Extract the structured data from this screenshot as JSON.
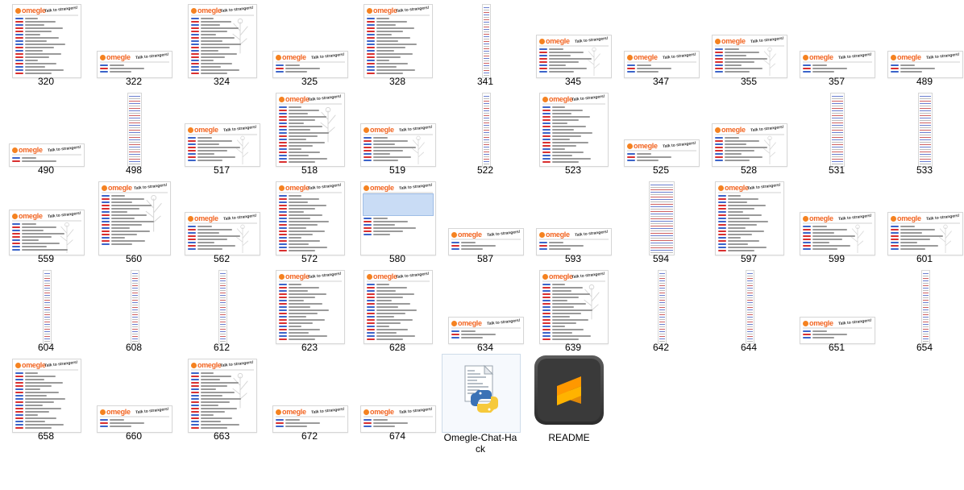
{
  "window": {
    "view": "large-icons"
  },
  "omegle": {
    "brand": "omegle",
    "tagline": "Talk to strangers!"
  },
  "colors": {
    "you": "#3b63c9",
    "stranger": "#d92f2f",
    "brand": "#f26522",
    "selection_banner": "#c9dcf5"
  },
  "rows": [
    {
      "files": [
        {
          "name": "320",
          "kind": "tall"
        },
        {
          "name": "322",
          "kind": "wide"
        },
        {
          "name": "324",
          "kind": "tallplant"
        },
        {
          "name": "325",
          "kind": "wide"
        },
        {
          "name": "328",
          "kind": "tall"
        },
        {
          "name": "341",
          "kind": "strip"
        },
        {
          "name": "345",
          "kind": "widemid"
        },
        {
          "name": "347",
          "kind": "wide"
        },
        {
          "name": "355",
          "kind": "widemid"
        },
        {
          "name": "357",
          "kind": "wide"
        },
        {
          "name": "489",
          "kind": "wide"
        }
      ]
    },
    {
      "files": [
        {
          "name": "490",
          "kind": "widelow"
        },
        {
          "name": "498",
          "kind": "strip2"
        },
        {
          "name": "517",
          "kind": "widemid"
        },
        {
          "name": "518",
          "kind": "tallplant"
        },
        {
          "name": "519",
          "kind": "widemid"
        },
        {
          "name": "522",
          "kind": "strip"
        },
        {
          "name": "523",
          "kind": "tall"
        },
        {
          "name": "525",
          "kind": "wide"
        },
        {
          "name": "528",
          "kind": "widemid"
        },
        {
          "name": "531",
          "kind": "strip2"
        },
        {
          "name": "533",
          "kind": "strip2"
        }
      ]
    },
    {
      "files": [
        {
          "name": "559",
          "kind": "widelow2"
        },
        {
          "name": "560",
          "kind": "tallplant2"
        },
        {
          "name": "562",
          "kind": "widemid"
        },
        {
          "name": "572",
          "kind": "tallbanner"
        },
        {
          "name": "580",
          "kind": "tallbanner2"
        },
        {
          "name": "587",
          "kind": "wide"
        },
        {
          "name": "593",
          "kind": "wide"
        },
        {
          "name": "594",
          "kind": "strip3"
        },
        {
          "name": "597",
          "kind": "tall"
        },
        {
          "name": "599",
          "kind": "widemid"
        },
        {
          "name": "601",
          "kind": "widemid"
        }
      ]
    },
    {
      "files": [
        {
          "name": "604",
          "kind": "strip"
        },
        {
          "name": "608",
          "kind": "strip"
        },
        {
          "name": "612",
          "kind": "strip"
        },
        {
          "name": "623",
          "kind": "tall"
        },
        {
          "name": "628",
          "kind": "tall"
        },
        {
          "name": "634",
          "kind": "wide"
        },
        {
          "name": "639",
          "kind": "tallplant"
        },
        {
          "name": "642",
          "kind": "strip"
        },
        {
          "name": "644",
          "kind": "strip"
        },
        {
          "name": "651",
          "kind": "wide"
        },
        {
          "name": "654",
          "kind": "strip"
        }
      ]
    },
    {
      "files": [
        {
          "name": "658",
          "kind": "tall"
        },
        {
          "name": "660",
          "kind": "wide"
        },
        {
          "name": "663",
          "kind": "tallplant"
        },
        {
          "name": "672",
          "kind": "wide"
        },
        {
          "name": "674",
          "kind": "wide"
        },
        {
          "name": "Omegle-Chat-Hack",
          "kind": "python"
        },
        {
          "name": "README",
          "kind": "sublime"
        }
      ]
    }
  ]
}
